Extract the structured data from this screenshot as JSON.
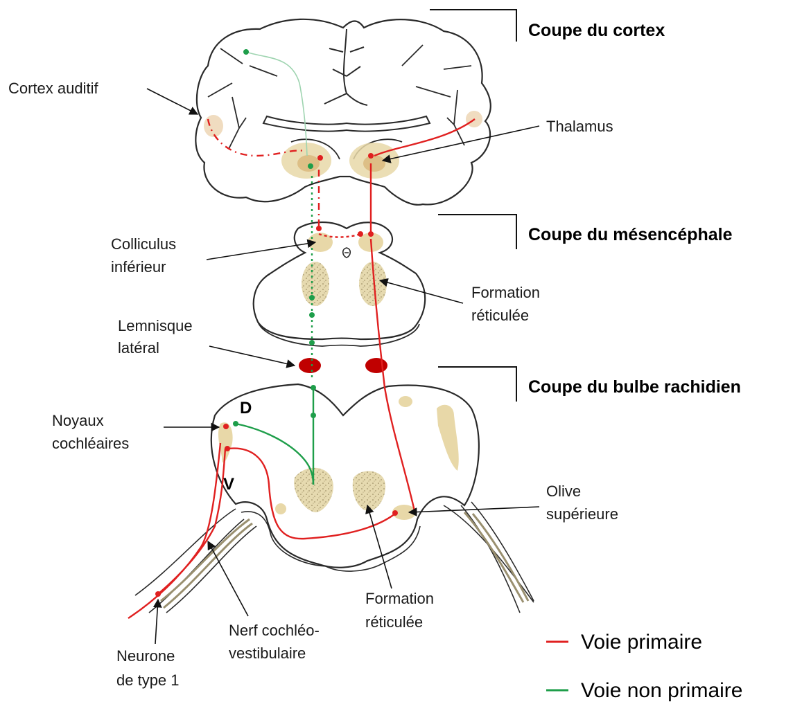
{
  "sections": {
    "cortex": "Coupe du cortex",
    "mesencephale": "Coupe du mésencéphale",
    "bulbe": "Coupe du bulbe rachidien"
  },
  "labels": {
    "cortex_auditif": "Cortex auditif",
    "thalamus": "Thalamus",
    "colliculus_1": "Colliculus",
    "colliculus_2": "inférieur",
    "formation_mes_1": "Formation",
    "formation_mes_2": "réticulée",
    "lemnisque_1": "Lemnisque",
    "lemnisque_2": "latéral",
    "noyaux_1": "Noyaux",
    "noyaux_2": "cochléaires",
    "olive_1": "Olive",
    "olive_2": "supérieure",
    "formation_bulbe_1": "Formation",
    "formation_bulbe_2": "réticulée",
    "nerf_1": "Nerf cochléo-",
    "nerf_2": "vestibulaire",
    "neurone_1": "Neurone",
    "neurone_2": "de type 1",
    "letter_d": "D",
    "letter_v": "V"
  },
  "legend": {
    "primary": "Voie primaire",
    "non_primary": "Voie non primaire"
  },
  "colors": {
    "primary": "#e02020",
    "non_primary": "#1e9e4a",
    "nucleus": "#e8dcb0",
    "lemniscus": "#c00000",
    "outline": "#2a2a2a"
  }
}
